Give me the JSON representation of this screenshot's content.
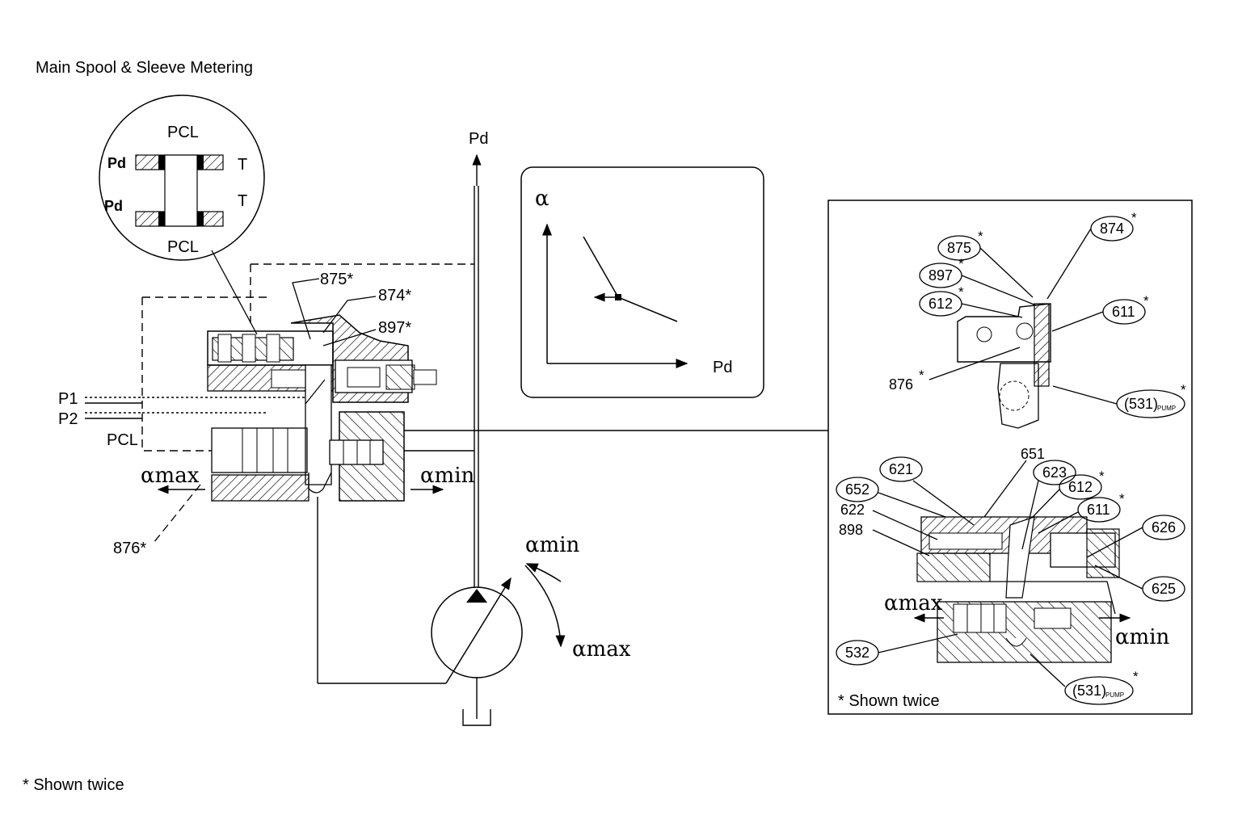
{
  "title": "Main Spool & Sleeve Metering",
  "footnote": "* Shown twice",
  "inset_footnote": "* Shown twice",
  "detail_circle": {
    "top_label": "PCL",
    "bottom_label": "PCL",
    "left_top": "Pd",
    "left_bottom": "Pd",
    "right_top": "T",
    "right_bottom": "T"
  },
  "schematic": {
    "pd_label": "Pd",
    "p1_label": "P1",
    "p2_label": "P2",
    "pcl_label": "PCL",
    "alpha_max_left": "αmax",
    "alpha_min_right": "αmin",
    "alpha_min_pump": "αmin",
    "alpha_max_pump": "αmax",
    "callouts": {
      "c875": "875*",
      "c874": "874*",
      "c897": "897*",
      "c876": "876*"
    }
  },
  "chart_data": {
    "type": "line",
    "xlabel": "Pd",
    "ylabel": "α",
    "series": [
      {
        "values": []
      }
    ]
  },
  "inset": {
    "top_callouts": {
      "c875": "875",
      "c874": "874",
      "c897": "897",
      "c612": "612",
      "c611": "611",
      "c876": "876",
      "c531": "(531)",
      "pump_sub": "PUMP"
    },
    "bottom_callouts": {
      "c651": "651",
      "c621": "621",
      "c623": "623",
      "c612": "612",
      "c652": "652",
      "c622": "622",
      "c611": "611",
      "c898": "898",
      "c626": "626",
      "c625": "625",
      "c532": "532",
      "c531": "(531)",
      "pump_sub": "PUMP"
    },
    "alpha_max": "αmax",
    "alpha_min": "αmin"
  }
}
